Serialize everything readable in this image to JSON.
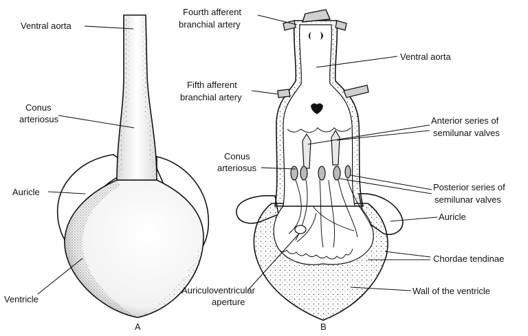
{
  "figure_a": {
    "caption": "A",
    "labels": {
      "ventral_aorta": "Ventral aorta",
      "conus_1": "Conus",
      "conus_2": "arteriosus",
      "auricle": "Auricle",
      "ventricle": "Ventricle"
    }
  },
  "figure_b": {
    "caption": "B",
    "labels": {
      "fourth_1": "Fourth afferent",
      "fourth_2": "branchial artery",
      "ventral_aorta": "Ventral aorta",
      "fifth_1": "Fifth afferent",
      "fifth_2": "branchial artery",
      "anterior_1": "Anterior series of",
      "anterior_2": "semilunar valves",
      "conus_1": "Conus",
      "conus_2": "arteriosus",
      "posterior_1": "Posterior series of",
      "posterior_2": "semilunar valves",
      "auricle": "Auricle",
      "chordae": "Chordae tendinae",
      "av_1": "Auriculoventricular",
      "av_2": "aperture",
      "wall": "Wall of the ventricle"
    }
  }
}
